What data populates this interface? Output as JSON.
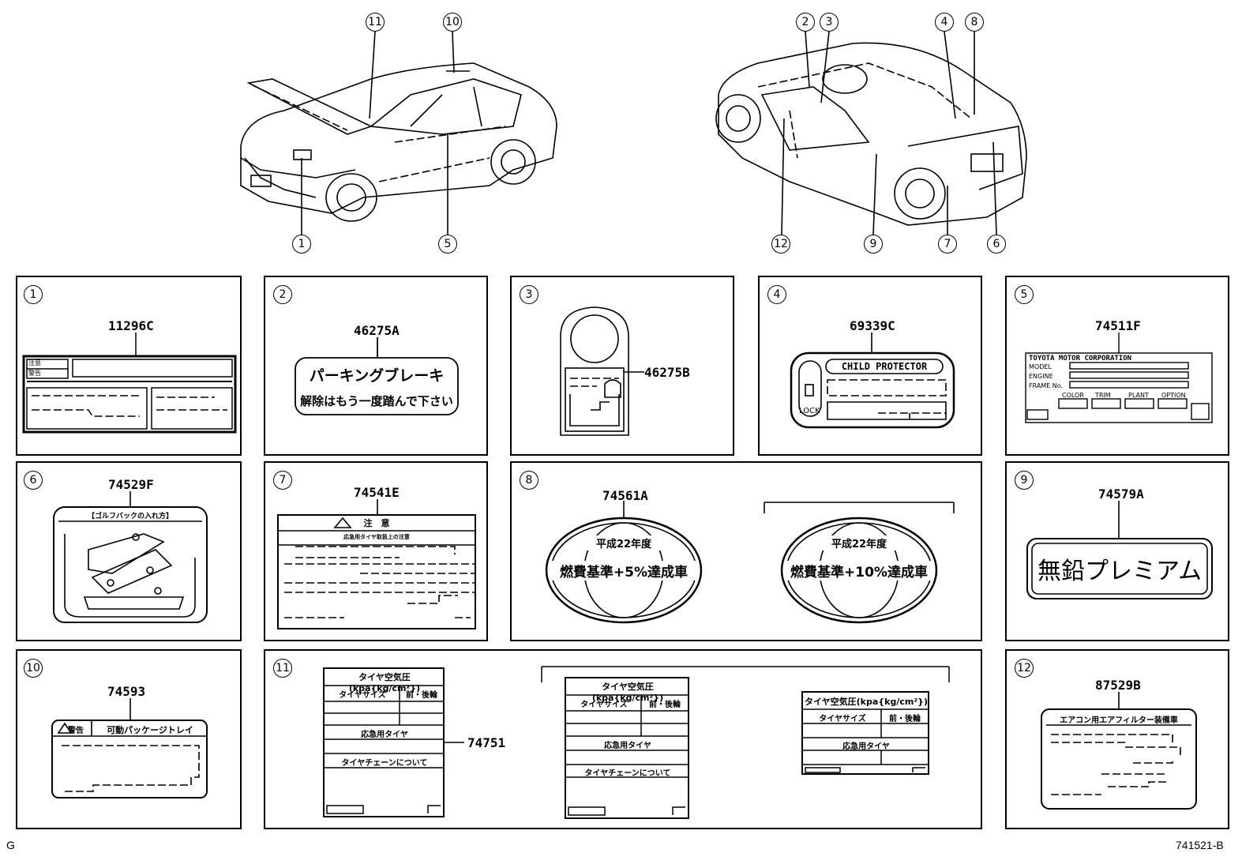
{
  "footer": {
    "left_code": "G",
    "right_code": "741521-B"
  },
  "callouts": {
    "c1": "1",
    "c2": "2",
    "c3": "3",
    "c4": "4",
    "c5": "5",
    "c6": "6",
    "c7": "7",
    "c8": "8",
    "c9": "9",
    "c10": "10",
    "c11": "11",
    "c12": "12"
  },
  "panels": {
    "p1": {
      "num": "1",
      "part": "11296C",
      "label_tag1": "注意",
      "label_tag2": "警告"
    },
    "p2": {
      "num": "2",
      "part": "46275A",
      "line1": "パーキングブレーキ",
      "line2": "解除はもう一度踏んで下さい"
    },
    "p3": {
      "num": "3",
      "part": "46275B"
    },
    "p4": {
      "num": "4",
      "part": "69339C",
      "title": "CHILD PROTECTOR",
      "lock": "LOCK"
    },
    "p5": {
      "num": "5",
      "part": "74511F",
      "title": "TOYOTA MOTOR CORPORATION",
      "f1": "MODEL",
      "f2": "ENGINE",
      "f3": "FRAME No.",
      "c1": "COLOR",
      "c2": "TRIM",
      "c3": "PLANT",
      "c4": "OPTION"
    },
    "p6": {
      "num": "6",
      "part": "74529F",
      "title": "【ゴルフバックの入れ方】"
    },
    "p7": {
      "num": "7",
      "part": "74541E",
      "title": "注　意",
      "subtitle": "応急用タイヤ取扱上の注意"
    },
    "p8": {
      "num": "8",
      "part": "74561A",
      "a_top": "平成22年度",
      "a_main": "燃費基準+5%達成車",
      "b_top": "平成22年度",
      "b_main": "燃費基準+10%達成車"
    },
    "p9": {
      "num": "9",
      "part": "74579A",
      "text": "無鉛プレミアム"
    },
    "p10": {
      "num": "10",
      "part": "74593",
      "warn": "警告",
      "title": "可動パッケージトレイ"
    },
    "p11": {
      "num": "11",
      "part": "74751",
      "title": "タイヤ空気圧(kpa{kg/cm²})",
      "size": "タイヤサイズ",
      "wheel": "前・後輪",
      "spare": "応急用タイヤ",
      "chain": "タイヤチェーンについて"
    },
    "p12": {
      "num": "12",
      "part": "87529B",
      "title": "エアコン用エアフィルター装備車"
    }
  }
}
